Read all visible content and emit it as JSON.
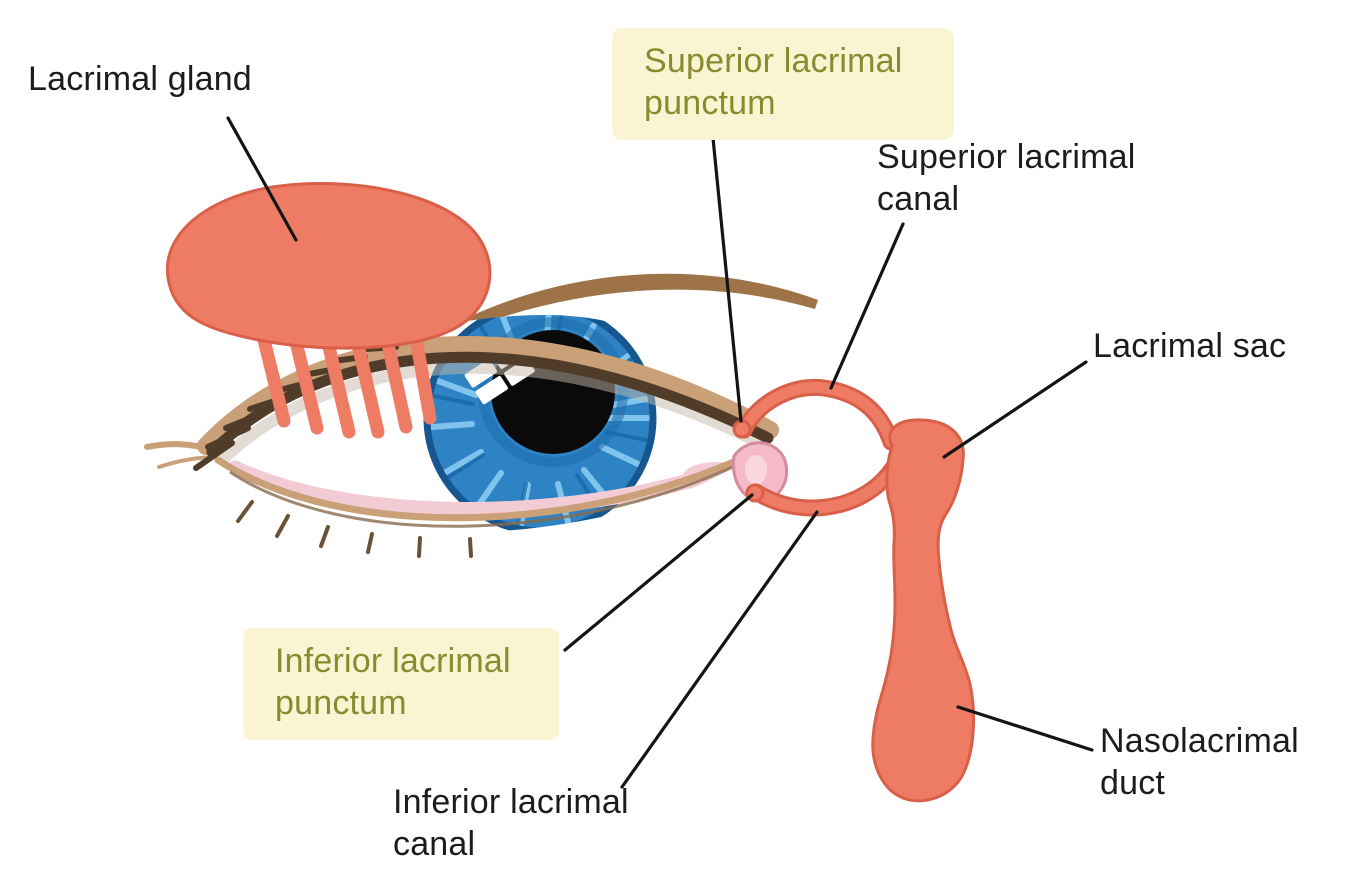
{
  "diagram": {
    "subject": "lacrimal-apparatus-of-the-eye",
    "labels": {
      "lacrimal_gland": "Lacrimal gland",
      "superior_lacrimal_punctum": "Superior lacrimal punctum",
      "superior_lacrimal_canal": "Superior lacrimal canal",
      "lacrimal_sac": "Lacrimal sac",
      "nasolacrimal_duct": "Nasolacrimal duct",
      "inferior_lacrimal_punctum": "Inferior lacrimal punctum",
      "inferior_lacrimal_canal": "Inferior lacrimal canal"
    },
    "highlighted_labels": [
      "Superior lacrimal punctum",
      "Inferior lacrimal punctum"
    ],
    "colors": {
      "background": "#ffffff",
      "structure_salmon": "#ee7b63",
      "structure_outline": "#d95f49",
      "highlight_box_bg": "#faf4d2",
      "highlight_text": "#8a8a2e",
      "label_text": "#1c1c1c",
      "leader_line": "#141414",
      "iris_blue": "#2e83c4",
      "iris_rim": "#17578f",
      "pupil_black": "#0a0a0a",
      "skin_tan": "#c9a077",
      "lash_brown": "#503c29",
      "conjunctiva_pink": "#f3cbd5",
      "caruncle_pink": "#f5bac8",
      "eyebrow_brown": "#9e7347"
    }
  }
}
